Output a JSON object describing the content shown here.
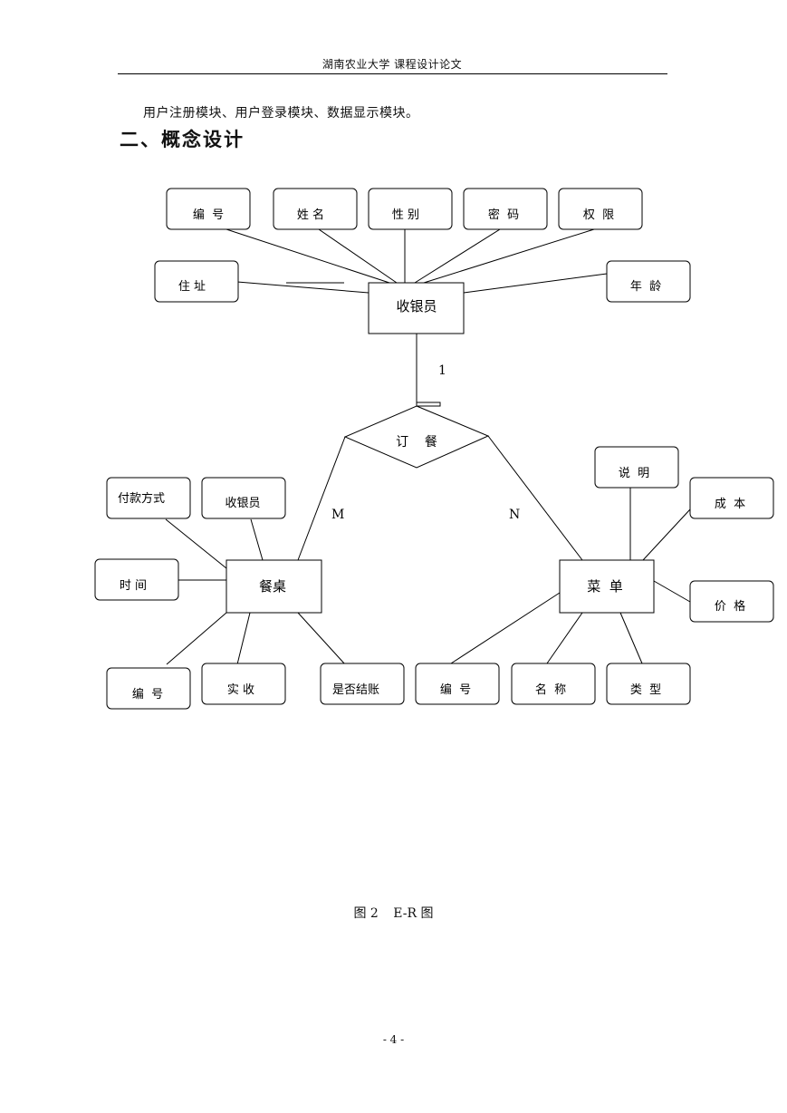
{
  "header": {
    "title": "湖南农业大学  课程设计论文"
  },
  "intro_text": "用户注册模块、用户登录模块、数据显示模块。",
  "section_heading": "二、概念设计",
  "diagram": {
    "entities": {
      "cashier": "收银员",
      "table": "餐桌",
      "menu": "菜  单"
    },
    "relationship": {
      "label": "订    餐",
      "card_cashier": "1",
      "card_table": "M",
      "card_menu": "N"
    },
    "cashier_attrs": [
      "编  号",
      "姓 名",
      "性 别",
      "密  码",
      "权  限",
      "住 址",
      "年  龄"
    ],
    "table_attrs": [
      "付款方式",
      "收银员",
      "时 间",
      "编  号",
      "实 收",
      "是否结账"
    ],
    "menu_attrs": [
      "说  明",
      "成  本",
      "价  格",
      "编  号",
      "名  称",
      "类  型"
    ]
  },
  "caption": {
    "figure": "图 2",
    "title": "E-R 图"
  },
  "page_number": "- 4 -"
}
